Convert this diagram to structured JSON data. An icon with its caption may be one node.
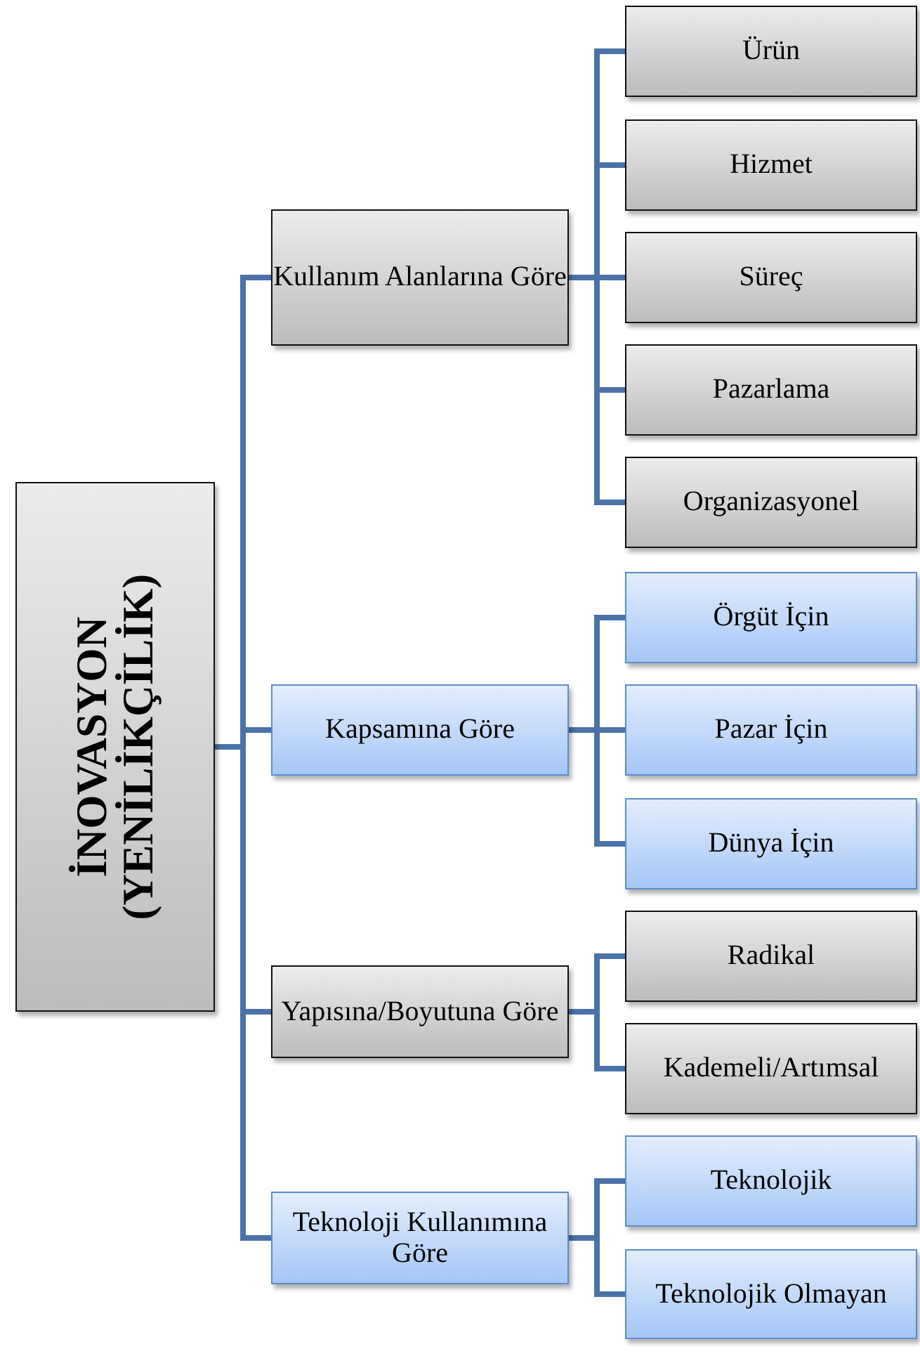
{
  "diagram": {
    "nodes": [
      {
        "text": [
          "İNOVASYON (YENİLİKÇİLİK)"
        ]
      },
      {
        "text": [
          "Kullanım Alanlarına Göre"
        ]
      },
      {
        "text": [
          "Ürün"
        ]
      },
      {
        "text": [
          "Hizmet"
        ]
      },
      {
        "text": [
          "Süreç"
        ]
      },
      {
        "text": [
          "Pazarlama"
        ]
      },
      {
        "text": [
          "Organizasyonel"
        ]
      },
      {
        "text": [
          "Kapsamına Göre"
        ]
      },
      {
        "text": [
          "Örgüt İçin"
        ]
      },
      {
        "text": [
          "Pazar İçin"
        ]
      },
      {
        "text": [
          "Dünya İçin"
        ]
      },
      {
        "text": [
          "Yapısına/Boyutuna Göre"
        ]
      },
      {
        "text": [
          "Radikal"
        ]
      },
      {
        "text": [
          "Kademeli/Artımsal"
        ]
      },
      {
        "text": [
          "Teknoloji Kullanımına Göre"
        ]
      },
      {
        "text": [
          "Teknolojik"
        ]
      },
      {
        "text": [
          "Teknolojik Olmayan"
        ]
      }
    ],
    "edges": [
      {
        "from": 0,
        "to": 1,
        "arrow": "none"
      },
      {
        "from": 0,
        "to": 7,
        "arrow": "none"
      },
      {
        "from": 0,
        "to": 11,
        "arrow": "none"
      },
      {
        "from": 0,
        "to": 14,
        "arrow": "none"
      },
      {
        "from": 1,
        "to": 2,
        "arrow": "none"
      },
      {
        "from": 1,
        "to": 3,
        "arrow": "none"
      },
      {
        "from": 1,
        "to": 4,
        "arrow": "none"
      },
      {
        "from": 1,
        "to": 5,
        "arrow": "none"
      },
      {
        "from": 1,
        "to": 6,
        "arrow": "none"
      },
      {
        "from": 7,
        "to": 8,
        "arrow": "none"
      },
      {
        "from": 7,
        "to": 9,
        "arrow": "none"
      },
      {
        "from": 7,
        "to": 10,
        "arrow": "none"
      },
      {
        "from": 11,
        "to": 12,
        "arrow": "none"
      },
      {
        "from": 11,
        "to": 13,
        "arrow": "none"
      },
      {
        "from": 14,
        "to": 15,
        "arrow": "none"
      },
      {
        "from": 14,
        "to": 16,
        "arrow": "none"
      }
    ]
  }
}
